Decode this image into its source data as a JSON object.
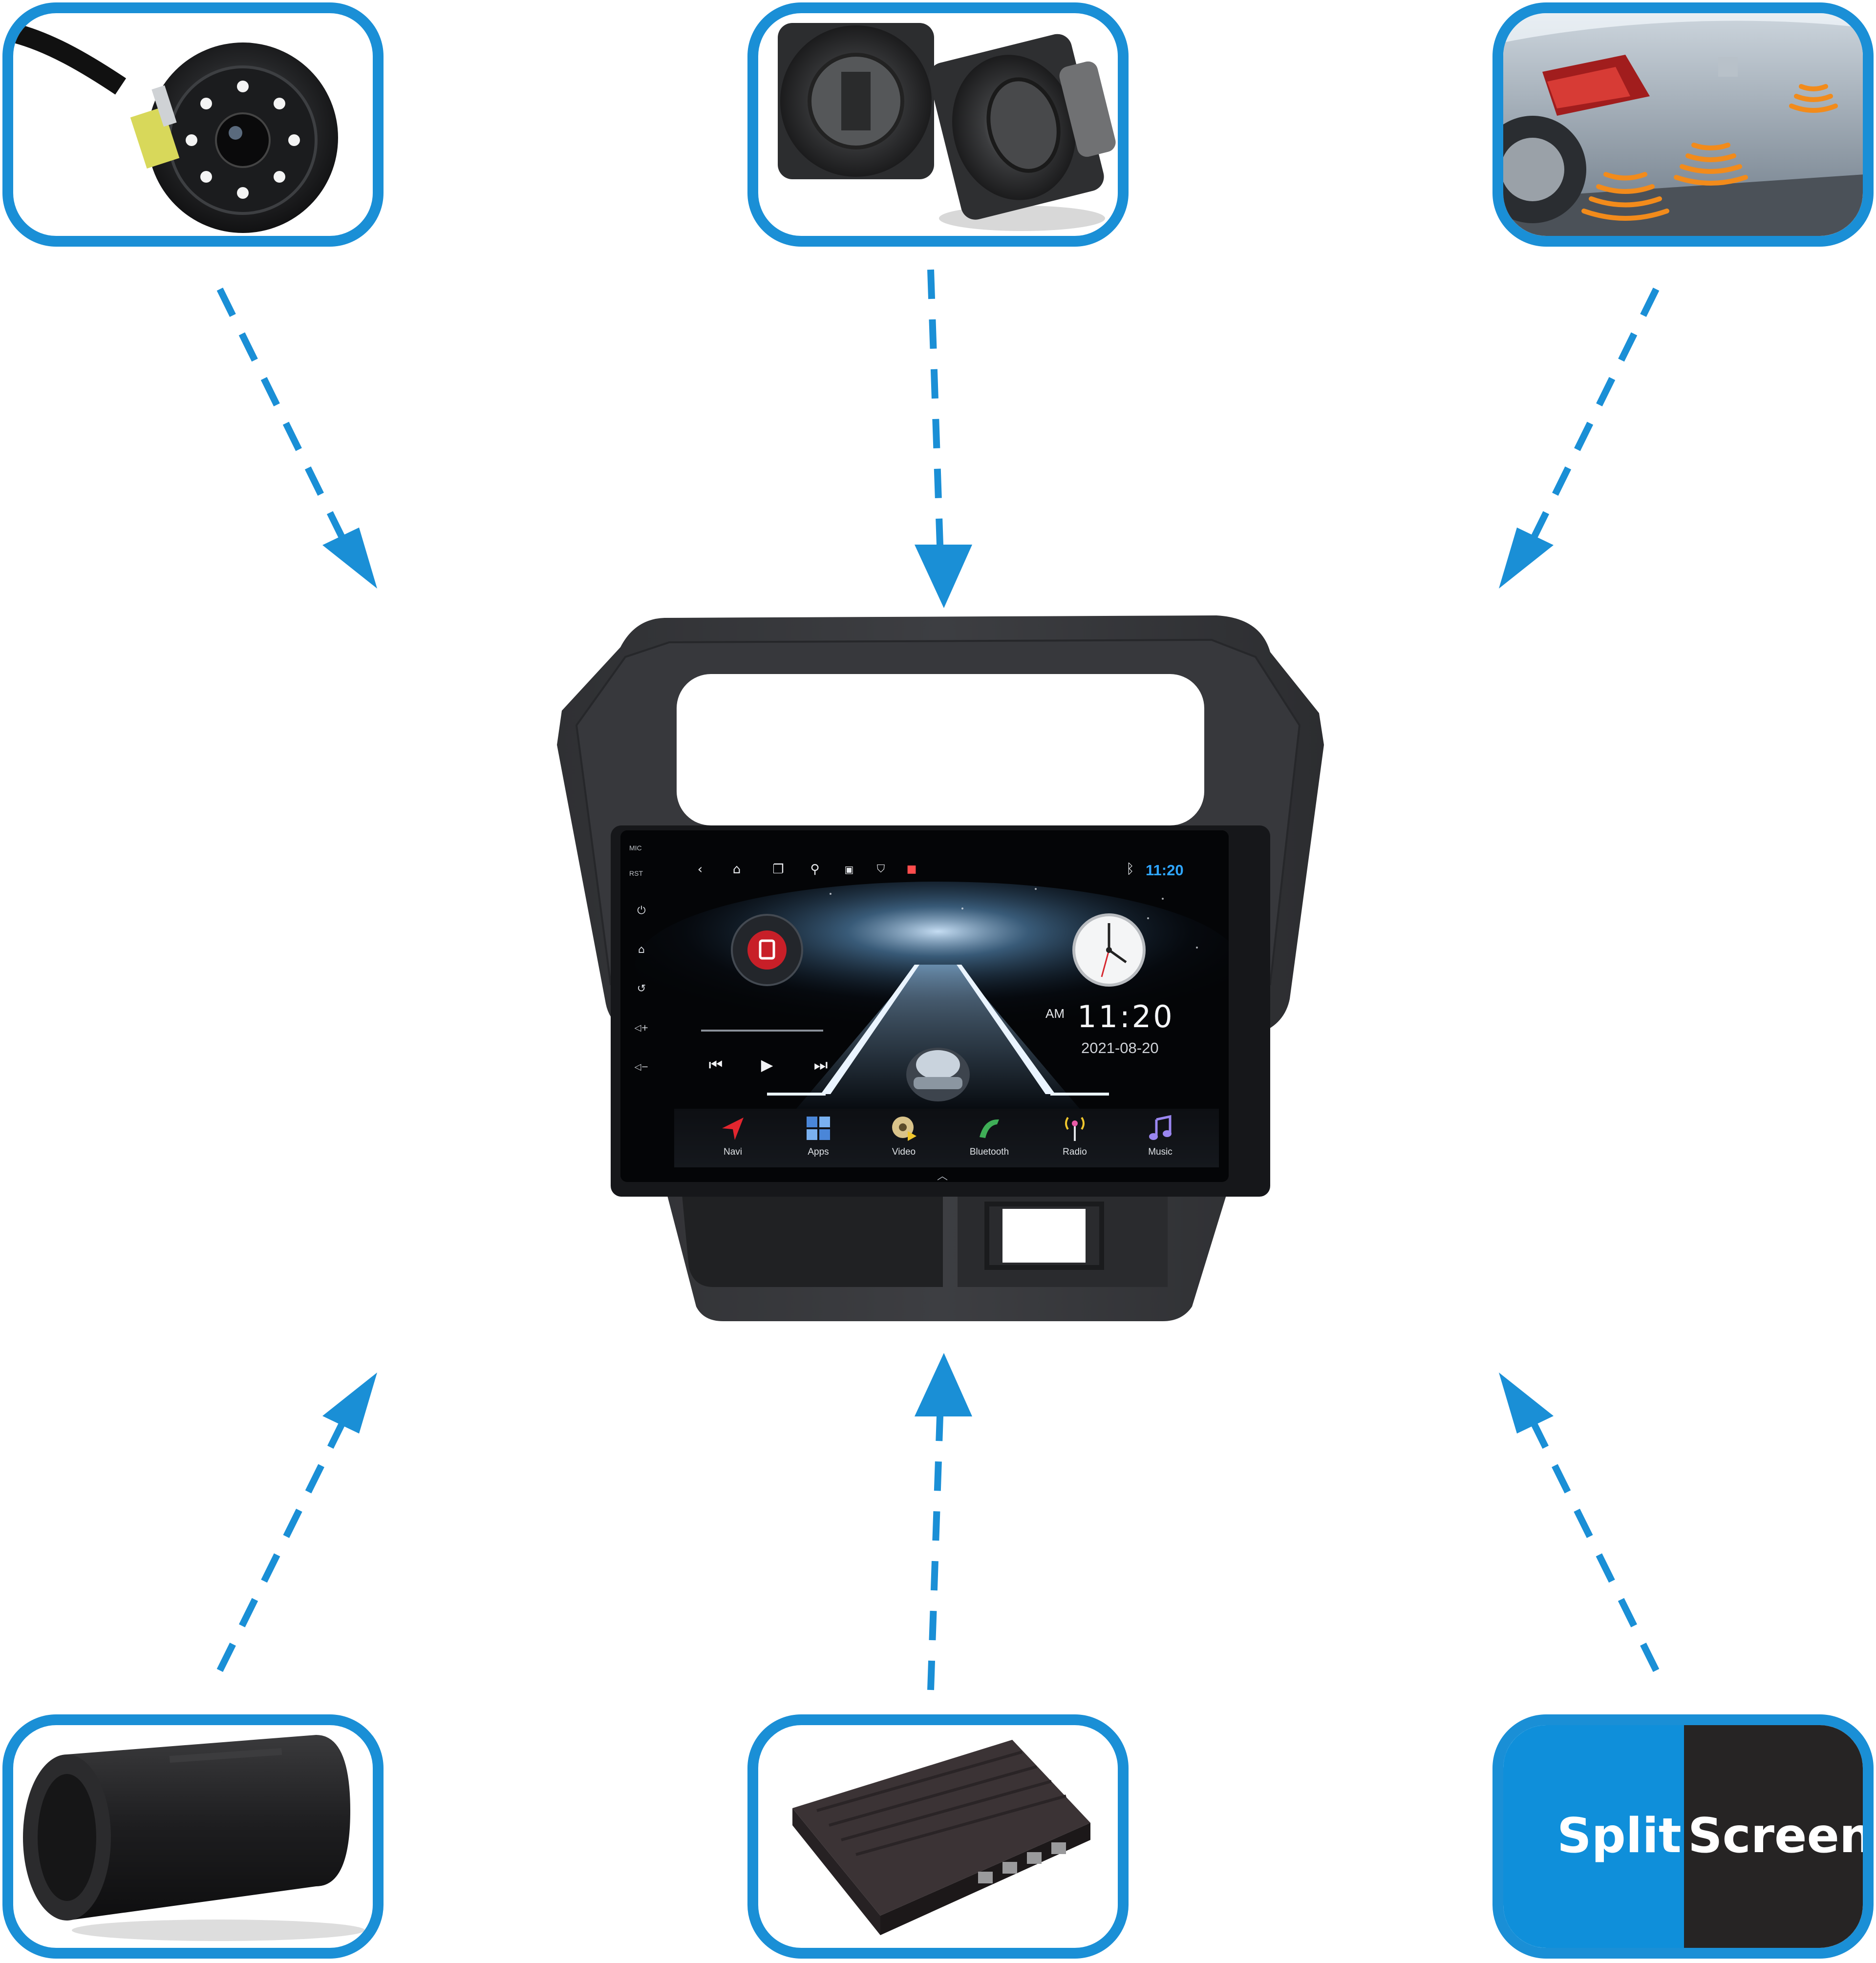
{
  "accent_color": "#1a8fd6",
  "accessories": [
    {
      "name": "Rear view camera",
      "icon": "backup-camera-icon"
    },
    {
      "name": "Speakers",
      "icon": "speaker-icon"
    },
    {
      "name": "Parking sensors",
      "icon": "parking-sensor-icon"
    },
    {
      "name": "Subwoofer",
      "icon": "subwoofer-icon"
    },
    {
      "name": "Amplifier",
      "icon": "amplifier-icon"
    },
    {
      "name": "Split screen",
      "icon": "split-screen-icon"
    }
  ],
  "split_screen": {
    "word1": "Split",
    "word2": "Screen"
  },
  "head_unit": {
    "side_labels": {
      "mic": "MIC",
      "rst": "RST"
    },
    "side_buttons": [
      "power-icon",
      "home-icon",
      "back-icon",
      "volume-up-icon",
      "volume-down-icon"
    ],
    "top_bar_icons": [
      "back-icon",
      "home-icon",
      "recent-apps-icon",
      "usb-icon",
      "gallery-icon",
      "shield-icon",
      "app-icon"
    ],
    "status": {
      "time": "11:20",
      "bluetooth": "bluetooth-icon"
    },
    "clock_widget": {
      "ampm": "AM",
      "time": "11:20",
      "date": "2021-08-20"
    },
    "media_controls": [
      "previous-icon",
      "play-icon",
      "next-icon"
    ],
    "dock": [
      {
        "label": "Navi",
        "icon": "navi-icon"
      },
      {
        "label": "Apps",
        "icon": "apps-icon"
      },
      {
        "label": "Video",
        "icon": "video-icon"
      },
      {
        "label": "Bluetooth",
        "icon": "bluetooth-phone-icon"
      },
      {
        "label": "Radio",
        "icon": "radio-icon"
      },
      {
        "label": "Music",
        "icon": "music-icon"
      }
    ]
  }
}
